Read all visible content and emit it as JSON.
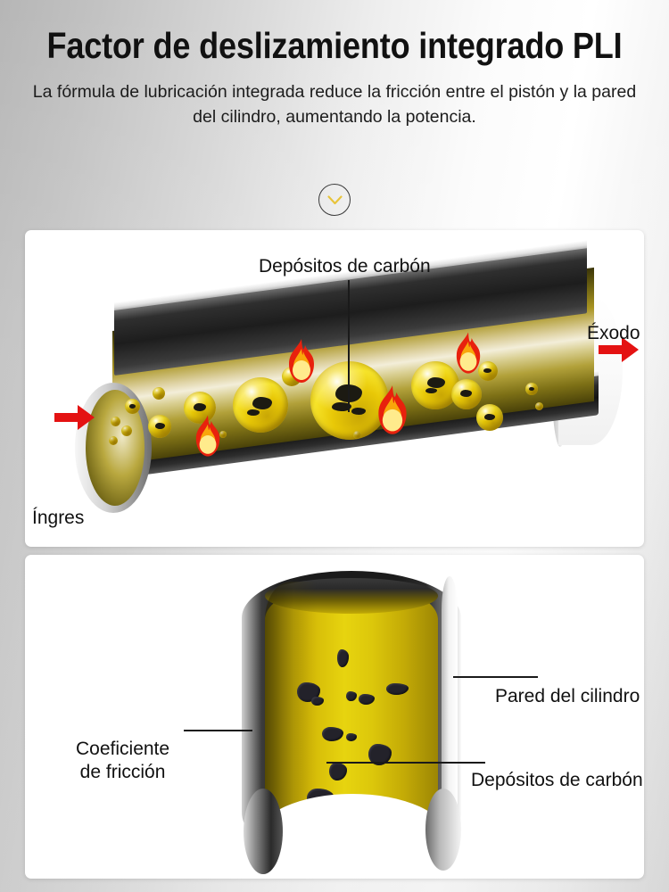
{
  "header": {
    "title": "Factor de deslizamiento integrado PLI",
    "subtitle": "La fórmula de lubricación integrada reduce la fricción entre el pistón y la pared del cilindro, aumentando la potencia."
  },
  "scroll_hint": {
    "icon": "chevron-down-icon",
    "accent_color": "#e8c43a"
  },
  "panels": [
    {
      "id": "pipe-cutaway",
      "labels": {
        "carbon_deposits": "Depósitos de carbón",
        "outlet": "Éxodo",
        "inlet": "Íngres"
      },
      "arrows": {
        "inlet_direction": "right",
        "outlet_direction": "right",
        "color": "#e41212"
      },
      "illustration": {
        "subject": "horizontal engine cylinder cutaway",
        "bore_color": "#d4b907",
        "wall_color": "#1d1d1d",
        "bubble_color": "#e8c807",
        "soot_color": "#1c1a12",
        "flame_count": 5,
        "bubble_count": 18
      }
    },
    {
      "id": "cylinder-wall-cutaway",
      "labels": {
        "cylinder_wall": "Pared del cilindro",
        "friction_coefficient_line1": "Coeficiente",
        "friction_coefficient_line2": "de fricción",
        "carbon_deposits": "Depósitos de carbón"
      },
      "illustration": {
        "subject": "vertical cylinder wall cutaway",
        "bore_color": "#e7d40f",
        "wall_color": "#1b1b1b",
        "deposit_color": "#23222a",
        "deposit_count": 11
      }
    }
  ]
}
